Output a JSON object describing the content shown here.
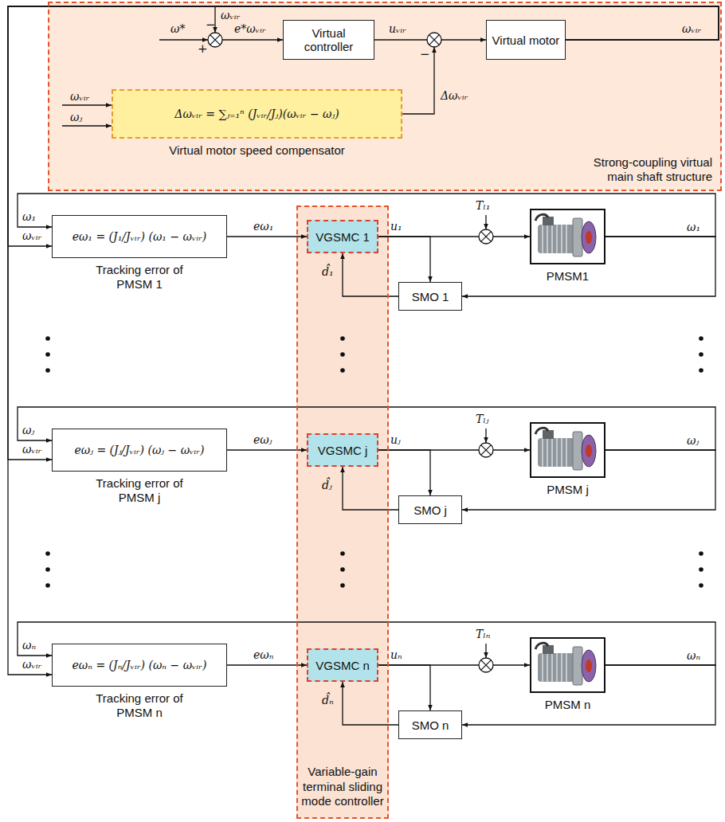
{
  "diagram": {
    "nodes": [
      {
        "text": [
          "Strong-coupling virtual main shaft structure"
        ]
      },
      {
        "text": [
          "Virtual controller"
        ],
        "in": 0
      },
      {
        "text": [
          "Virtual motor"
        ],
        "in": 0
      },
      {
        "text": [
          "Δωᵥᵢᵣ = ∑ⱼ₌₁ⁿ (Jᵥᵢᵣ/Jⱼ)(ωᵥᵢᵣ − ωⱼ)",
          "Virtual motor speed compensator"
        ],
        "in": 0
      },
      {
        "text": [
          "Variable-gain terminal sliding mode controller"
        ]
      },
      {
        "text": [
          "eω₁ = (J₁/Jᵥᵢᵣ) (ω₁ − ωᵥᵢᵣ)",
          "Tracking error of PMSM 1"
        ]
      },
      {
        "text": [
          "VGSMC 1"
        ],
        "in": 4
      },
      {
        "text": [
          "PMSM1"
        ]
      },
      {
        "text": [
          "SMO 1"
        ]
      },
      {
        "text": [
          "eωⱼ = (Jⱼ/Jᵥᵢᵣ) (ωⱼ − ωᵥᵢᵣ)",
          "Tracking error of PMSM j"
        ]
      },
      {
        "text": [
          "VGSMC j"
        ],
        "in": 4
      },
      {
        "text": [
          "PMSM j"
        ]
      },
      {
        "text": [
          "SMO j"
        ]
      },
      {
        "text": [
          "eωₙ = (Jₙ/Jᵥᵢᵣ) (ωₙ − ωᵥᵢᵣ)",
          "Tracking error of PMSM n"
        ]
      },
      {
        "text": [
          "VGSMC n"
        ],
        "in": 4
      },
      {
        "text": [
          "PMSM n"
        ]
      },
      {
        "text": [
          "SMO n"
        ]
      }
    ],
    "edges": [
      {
        "from": 1,
        "to": 2,
        "arrow": "to",
        "label": "uᵥᵢᵣ"
      },
      {
        "from": 5,
        "to": 6,
        "arrow": "to",
        "label": "eω₁"
      },
      {
        "from": 6,
        "to": 7,
        "arrow": "to",
        "label": "u₁"
      },
      {
        "from": 6,
        "to": 8,
        "arrow": "to"
      },
      {
        "from": 8,
        "to": 6,
        "arrow": "to",
        "label": "d̂₁"
      },
      {
        "from": 7,
        "to": 8,
        "arrow": "to"
      },
      {
        "from": 7,
        "to": 5,
        "arrow": "to"
      },
      {
        "from": 2,
        "to": 5,
        "arrow": "to"
      },
      {
        "from": 9,
        "to": 10,
        "arrow": "to",
        "label": "eωⱼ"
      },
      {
        "from": 10,
        "to": 11,
        "arrow": "to",
        "label": "uⱼ"
      },
      {
        "from": 10,
        "to": 12,
        "arrow": "to"
      },
      {
        "from": 12,
        "to": 10,
        "arrow": "to",
        "label": "d̂ⱼ"
      },
      {
        "from": 11,
        "to": 12,
        "arrow": "to"
      },
      {
        "from": 11,
        "to": 9,
        "arrow": "to"
      },
      {
        "from": 2,
        "to": 9,
        "arrow": "to"
      },
      {
        "from": 13,
        "to": 14,
        "arrow": "to",
        "label": "eωₙ"
      },
      {
        "from": 14,
        "to": 15,
        "arrow": "to",
        "label": "uₙ"
      },
      {
        "from": 14,
        "to": 16,
        "arrow": "to"
      },
      {
        "from": 16,
        "to": 14,
        "arrow": "to",
        "label": "d̂ₙ"
      },
      {
        "from": 15,
        "to": 16,
        "arrow": "to"
      },
      {
        "from": 15,
        "to": 13,
        "arrow": "to"
      },
      {
        "from": 2,
        "to": 13,
        "arrow": "to"
      }
    ],
    "labels": [
      "ω*",
      "+",
      "−",
      "ωᵥᵢᵣ",
      "e*ωᵥᵢᵣ",
      "−",
      "Δωᵥᵢᵣ",
      "ωᵥᵢᵣ",
      "ωᵥᵢᵣ",
      "ωⱼ",
      "ω₁",
      "ωᵥᵢᵣ",
      "Tₗ₁",
      "ω₁",
      "ωⱼ",
      "ωᵥᵢᵣ",
      "Tₗⱼ",
      "ωⱼ",
      "ωₙ",
      "ωᵥᵢᵣ",
      "Tₗₙ",
      "ωₙ"
    ]
  }
}
